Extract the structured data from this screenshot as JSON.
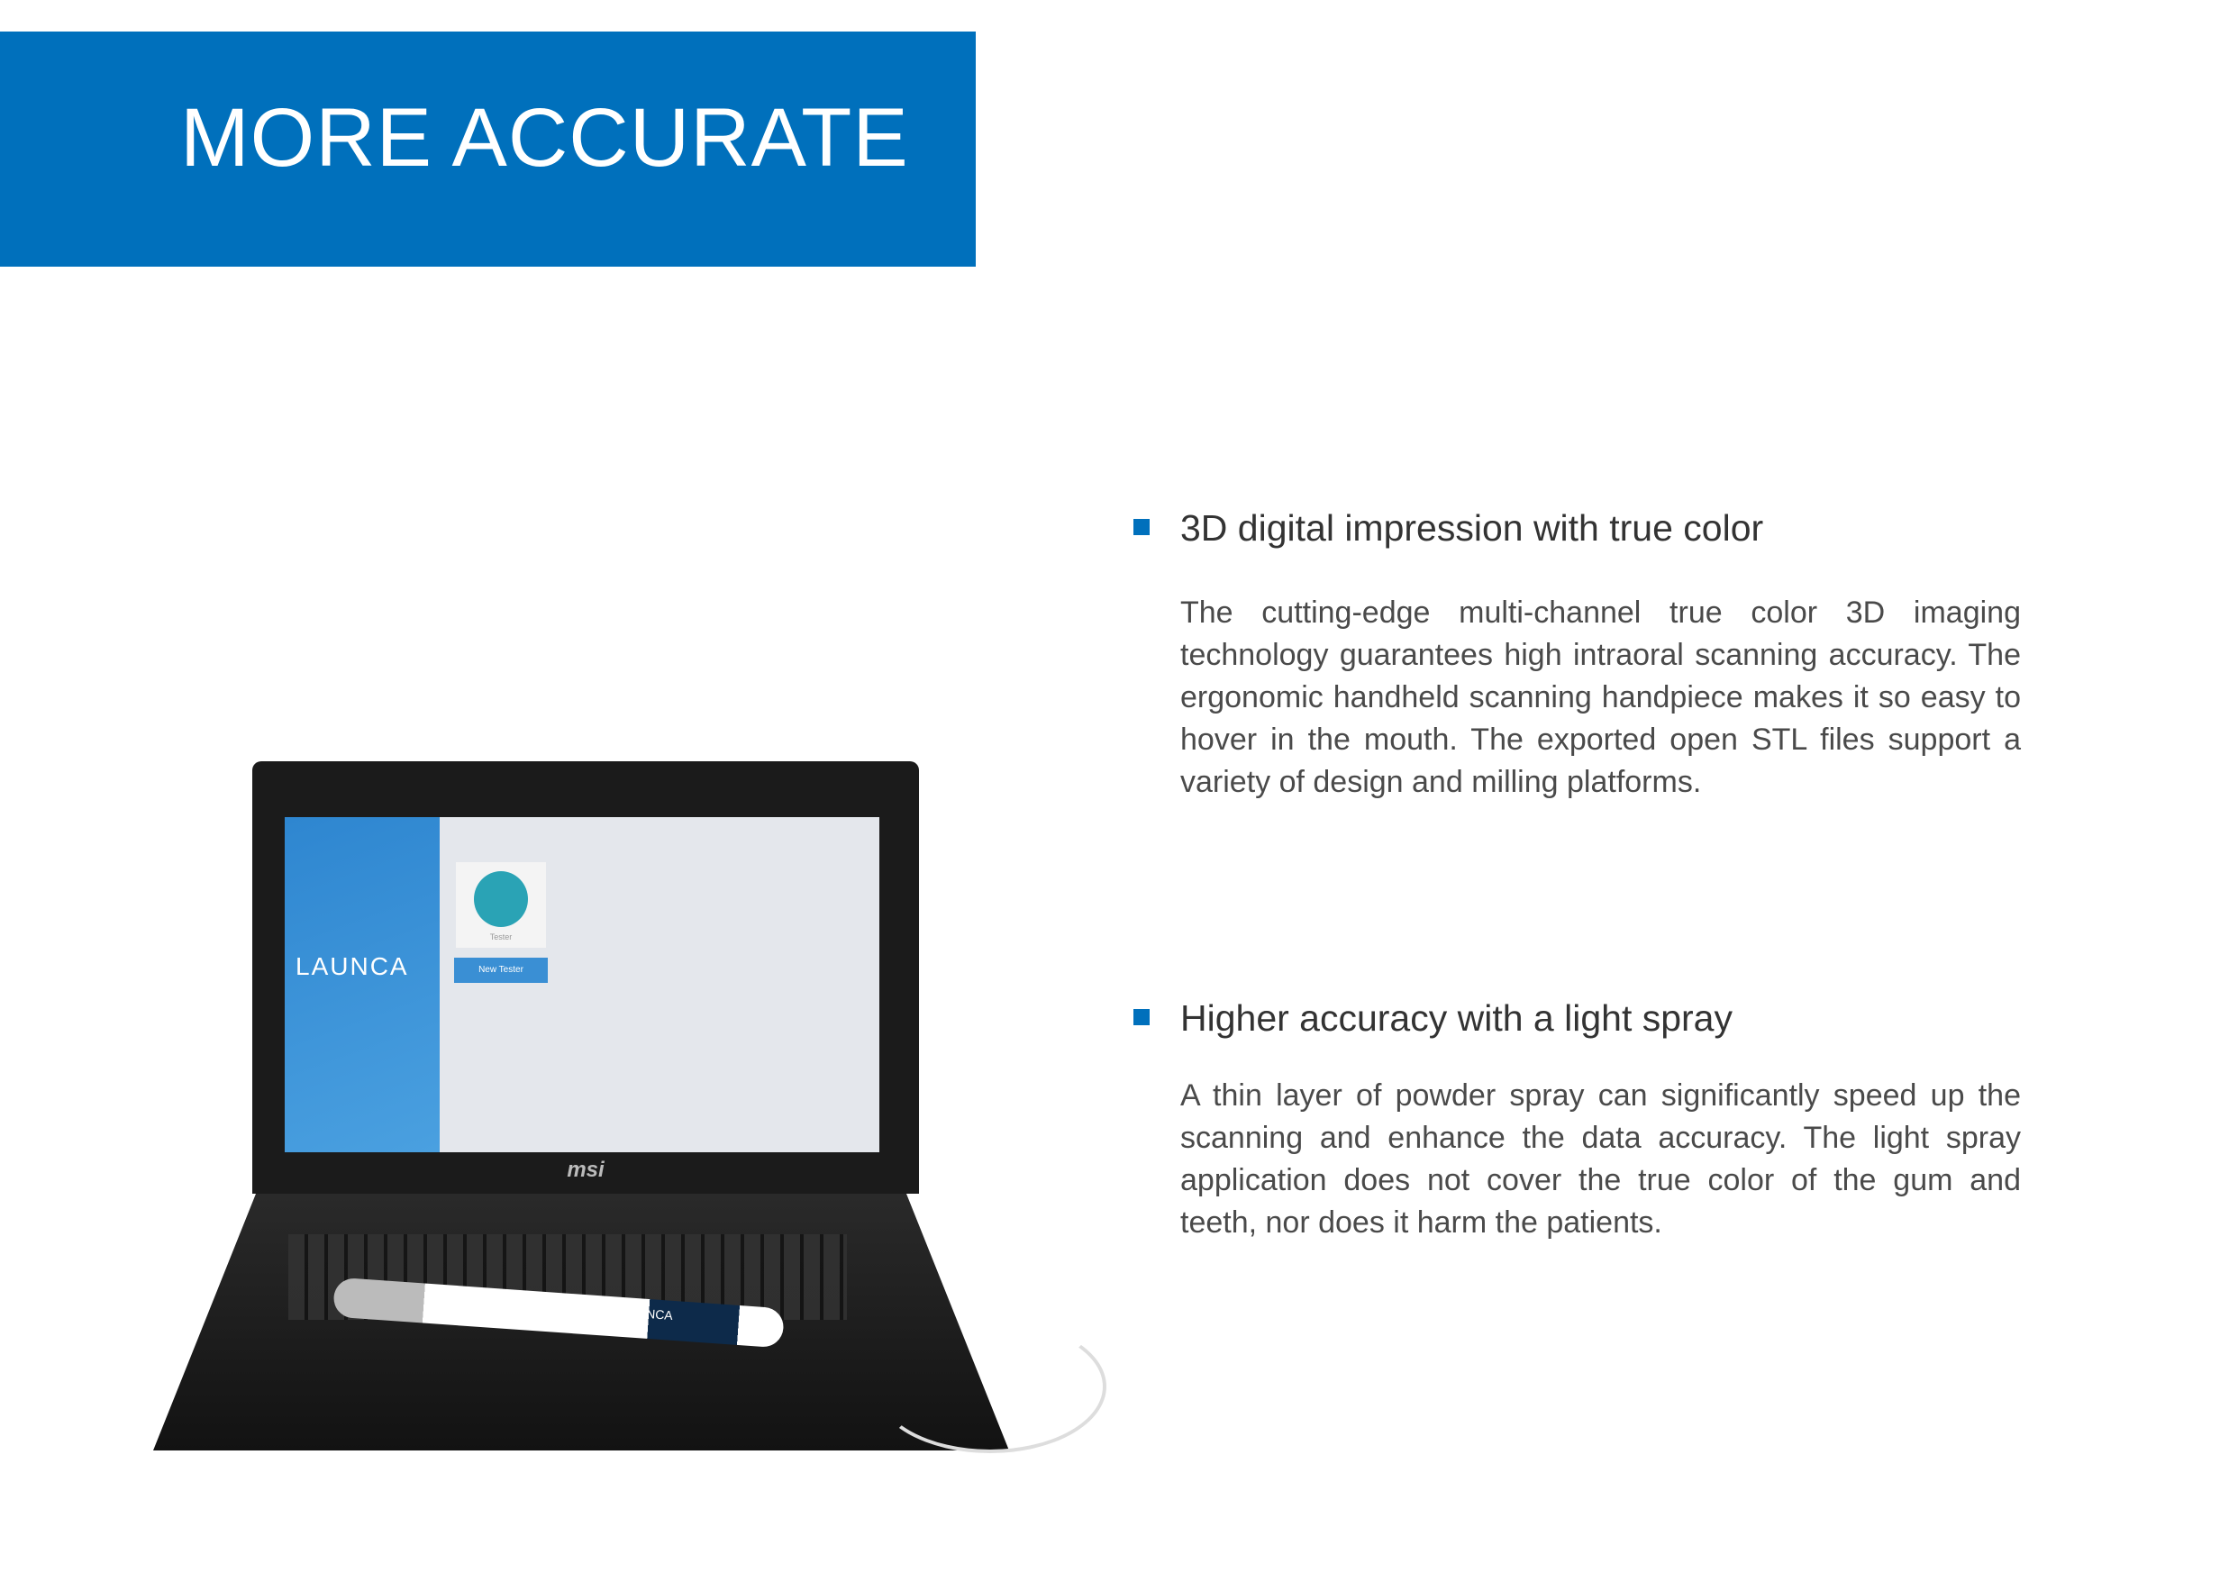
{
  "banner": {
    "title": "MORE ACCURATE"
  },
  "sections": [
    {
      "heading": "3D digital impression with true color",
      "body": "The cutting-edge multi-channel true color 3D imaging technology guarantees high intraoral scanning accuracy. The ergonomic handheld scanning handpiece makes it so easy to hover in the mouth. The exported open STL files support a variety of design and milling platforms."
    },
    {
      "heading": "Higher accuracy with a light spray",
      "body": "A thin layer of powder spray can significantly speed up the scanning and enhance the data accuracy. The light spray application does not cover the true color of the gum and teeth, nor does it harm the patients."
    }
  ],
  "illustration": {
    "screen_logo": "LAUNCA",
    "avatar_label": "Tester",
    "new_button": "New Tester",
    "laptop_brand": "msi",
    "scanner_label": "LAUNCA"
  },
  "colors": {
    "accent": "#0070bc",
    "text": "#4a4a4a"
  }
}
